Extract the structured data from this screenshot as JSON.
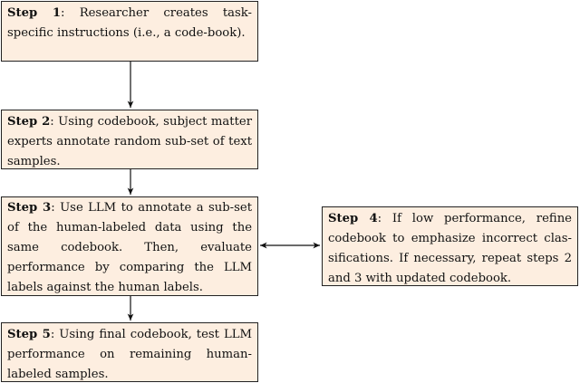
{
  "steps": [
    {
      "title": "Step 1",
      "text": ": Researcher creates task-specific instructions (i.e., a code-book)."
    },
    {
      "title": "Step 2",
      "text": ": Using codebook, subject matter experts annotate random sub-set of text samples."
    },
    {
      "title": "Step 3",
      "text": ": Use LLM to annotate a sub-set of the human-labeled data using the same codebook. Then, evaluate performance by comparing the LLM labels against the human labels."
    },
    {
      "title": "Step 4",
      "text": ": If low performance, refine codebook to emphasize incorrect clas-sifications. If necessary, repeat steps 2 and 3 with updated codebook."
    },
    {
      "title": "Step 5",
      "text": ": Using final codebook, test LLM performance on remaining human-labeled samples."
    }
  ],
  "colors": {
    "box_fill": "#fdeee0",
    "box_border": "#222222",
    "arrow": "#111111"
  }
}
